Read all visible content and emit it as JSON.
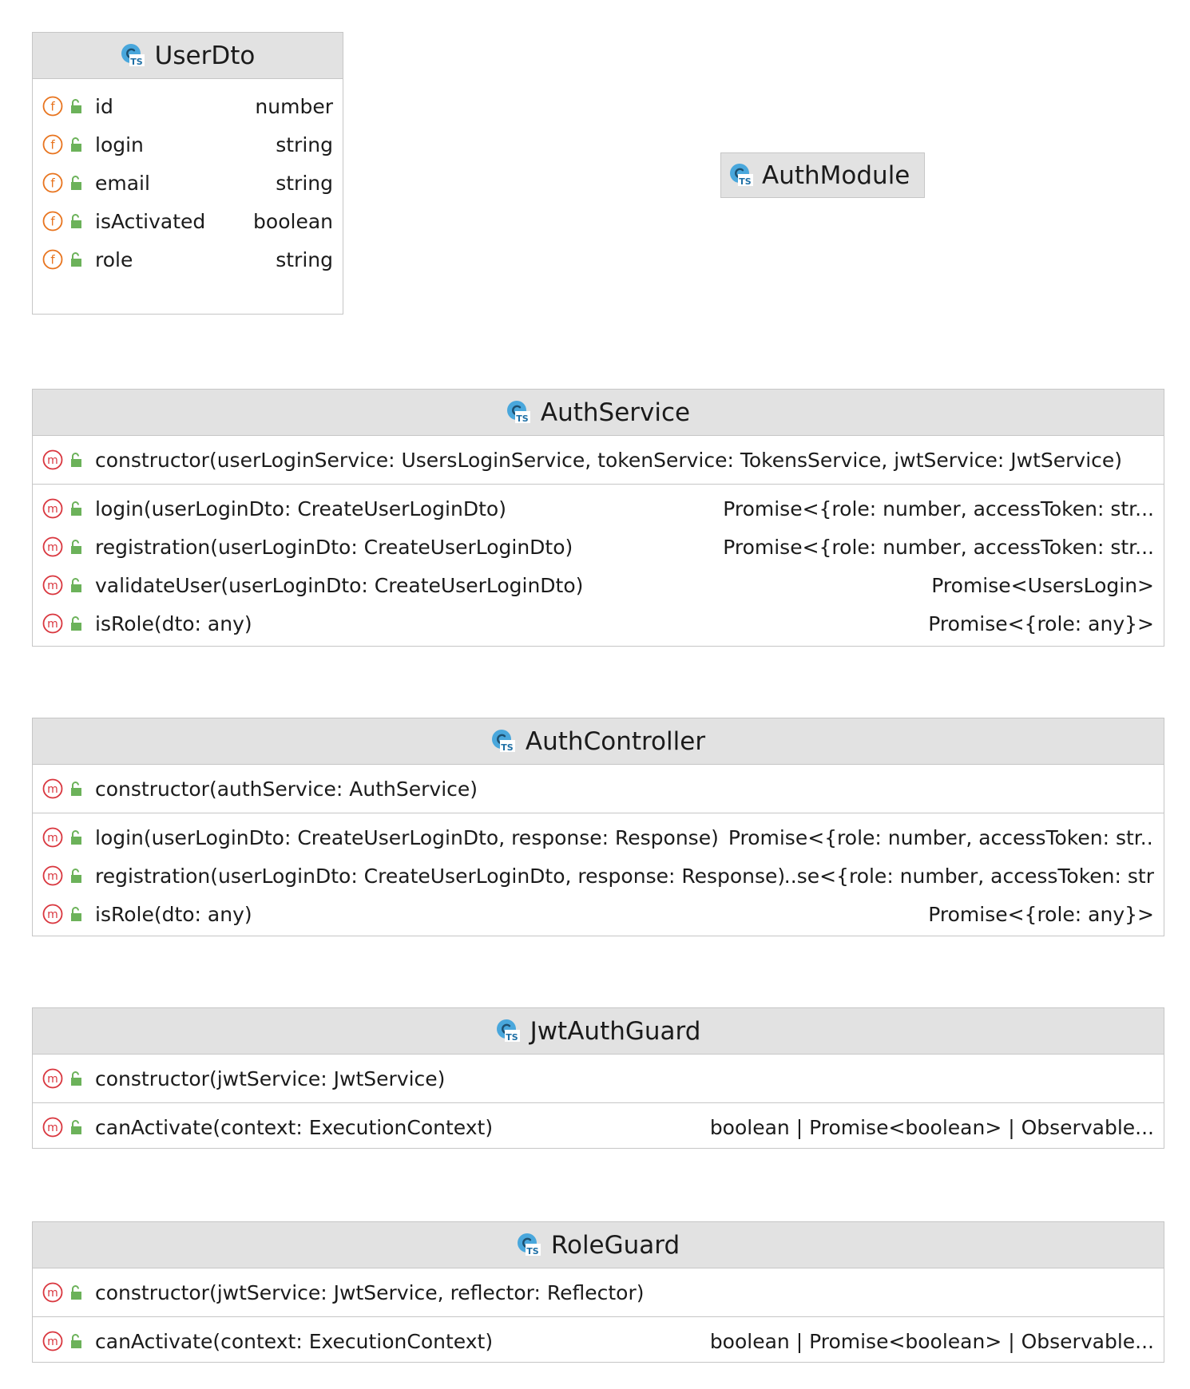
{
  "userDto": {
    "title": "UserDto",
    "fields": [
      {
        "name": "id",
        "type": "number"
      },
      {
        "name": "login",
        "type": "string"
      },
      {
        "name": "email",
        "type": "string"
      },
      {
        "name": "isActivated",
        "type": "boolean"
      },
      {
        "name": "role",
        "type": "string"
      }
    ]
  },
  "authModule": {
    "title": "AuthModule"
  },
  "authService": {
    "title": "AuthService",
    "constructor": {
      "sig": "constructor(userLoginService: UsersLoginService, tokenService: TokensService, jwtService: JwtService)"
    },
    "methods": [
      {
        "sig": "login(userLoginDto: CreateUserLoginDto)",
        "ret": "Promise<{role: number, accessToken: str..."
      },
      {
        "sig": "registration(userLoginDto: CreateUserLoginDto)",
        "ret": "Promise<{role: number, accessToken: str..."
      },
      {
        "sig": "validateUser(userLoginDto: CreateUserLoginDto)",
        "ret": "Promise<UsersLogin>"
      },
      {
        "sig": "isRole(dto: any)",
        "ret": "Promise<{role: any}>"
      }
    ]
  },
  "authController": {
    "title": "AuthController",
    "constructor": {
      "sig": "constructor(authService: AuthService)"
    },
    "methods": [
      {
        "sig": "login(userLoginDto: CreateUserLoginDto, response: Response)",
        "ret": "Promise<{role: number, accessToken: str..."
      },
      {
        "sig": "registration(userLoginDto: CreateUserLoginDto, response: Response)",
        "ret": "se<{role: number, accessToken: str..."
      },
      {
        "sig": "isRole(dto: any)",
        "ret": "Promise<{role: any}>"
      }
    ]
  },
  "jwtAuthGuard": {
    "title": "JwtAuthGuard",
    "constructor": {
      "sig": "constructor(jwtService: JwtService)"
    },
    "methods": [
      {
        "sig": "canActivate(context: ExecutionContext)",
        "ret": "boolean | Promise<boolean> | Observable..."
      }
    ]
  },
  "roleGuard": {
    "title": "RoleGuard",
    "constructor": {
      "sig": "constructor(jwtService: JwtService, reflector: Reflector)"
    },
    "methods": [
      {
        "sig": "canActivate(context: ExecutionContext)",
        "ret": "boolean | Promise<boolean> | Observable..."
      }
    ]
  },
  "colors": {
    "header_bg": "#e2e2e2",
    "border": "#c6c6c6",
    "field_icon": "#e8741e",
    "method_icon": "#d9363e",
    "lock_icon": "#6cb25a",
    "ts_icon": "#49a7dc"
  },
  "icons": {
    "class": "typescript-class-icon",
    "field": "field-icon",
    "method": "method-icon",
    "visibility": "public-lock-icon"
  }
}
